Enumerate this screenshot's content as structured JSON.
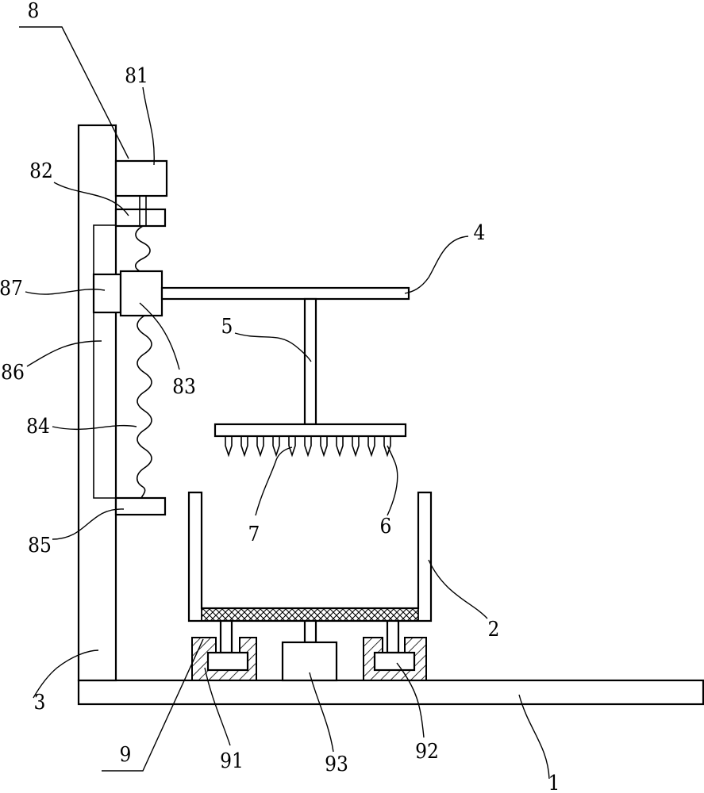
{
  "labels": {
    "l8": "8",
    "l81": "81",
    "l82": "82",
    "l87": "87",
    "l86": "86",
    "l83": "83",
    "l84": "84",
    "l85": "85",
    "l4": "4",
    "l5": "5",
    "l7": "7",
    "l6": "6",
    "l2": "2",
    "l3": "3",
    "l9": "9",
    "l91": "91",
    "l93": "93",
    "l92": "92",
    "l1": "1"
  },
  "colors": {
    "line": "#000000",
    "background": "#ffffff"
  }
}
